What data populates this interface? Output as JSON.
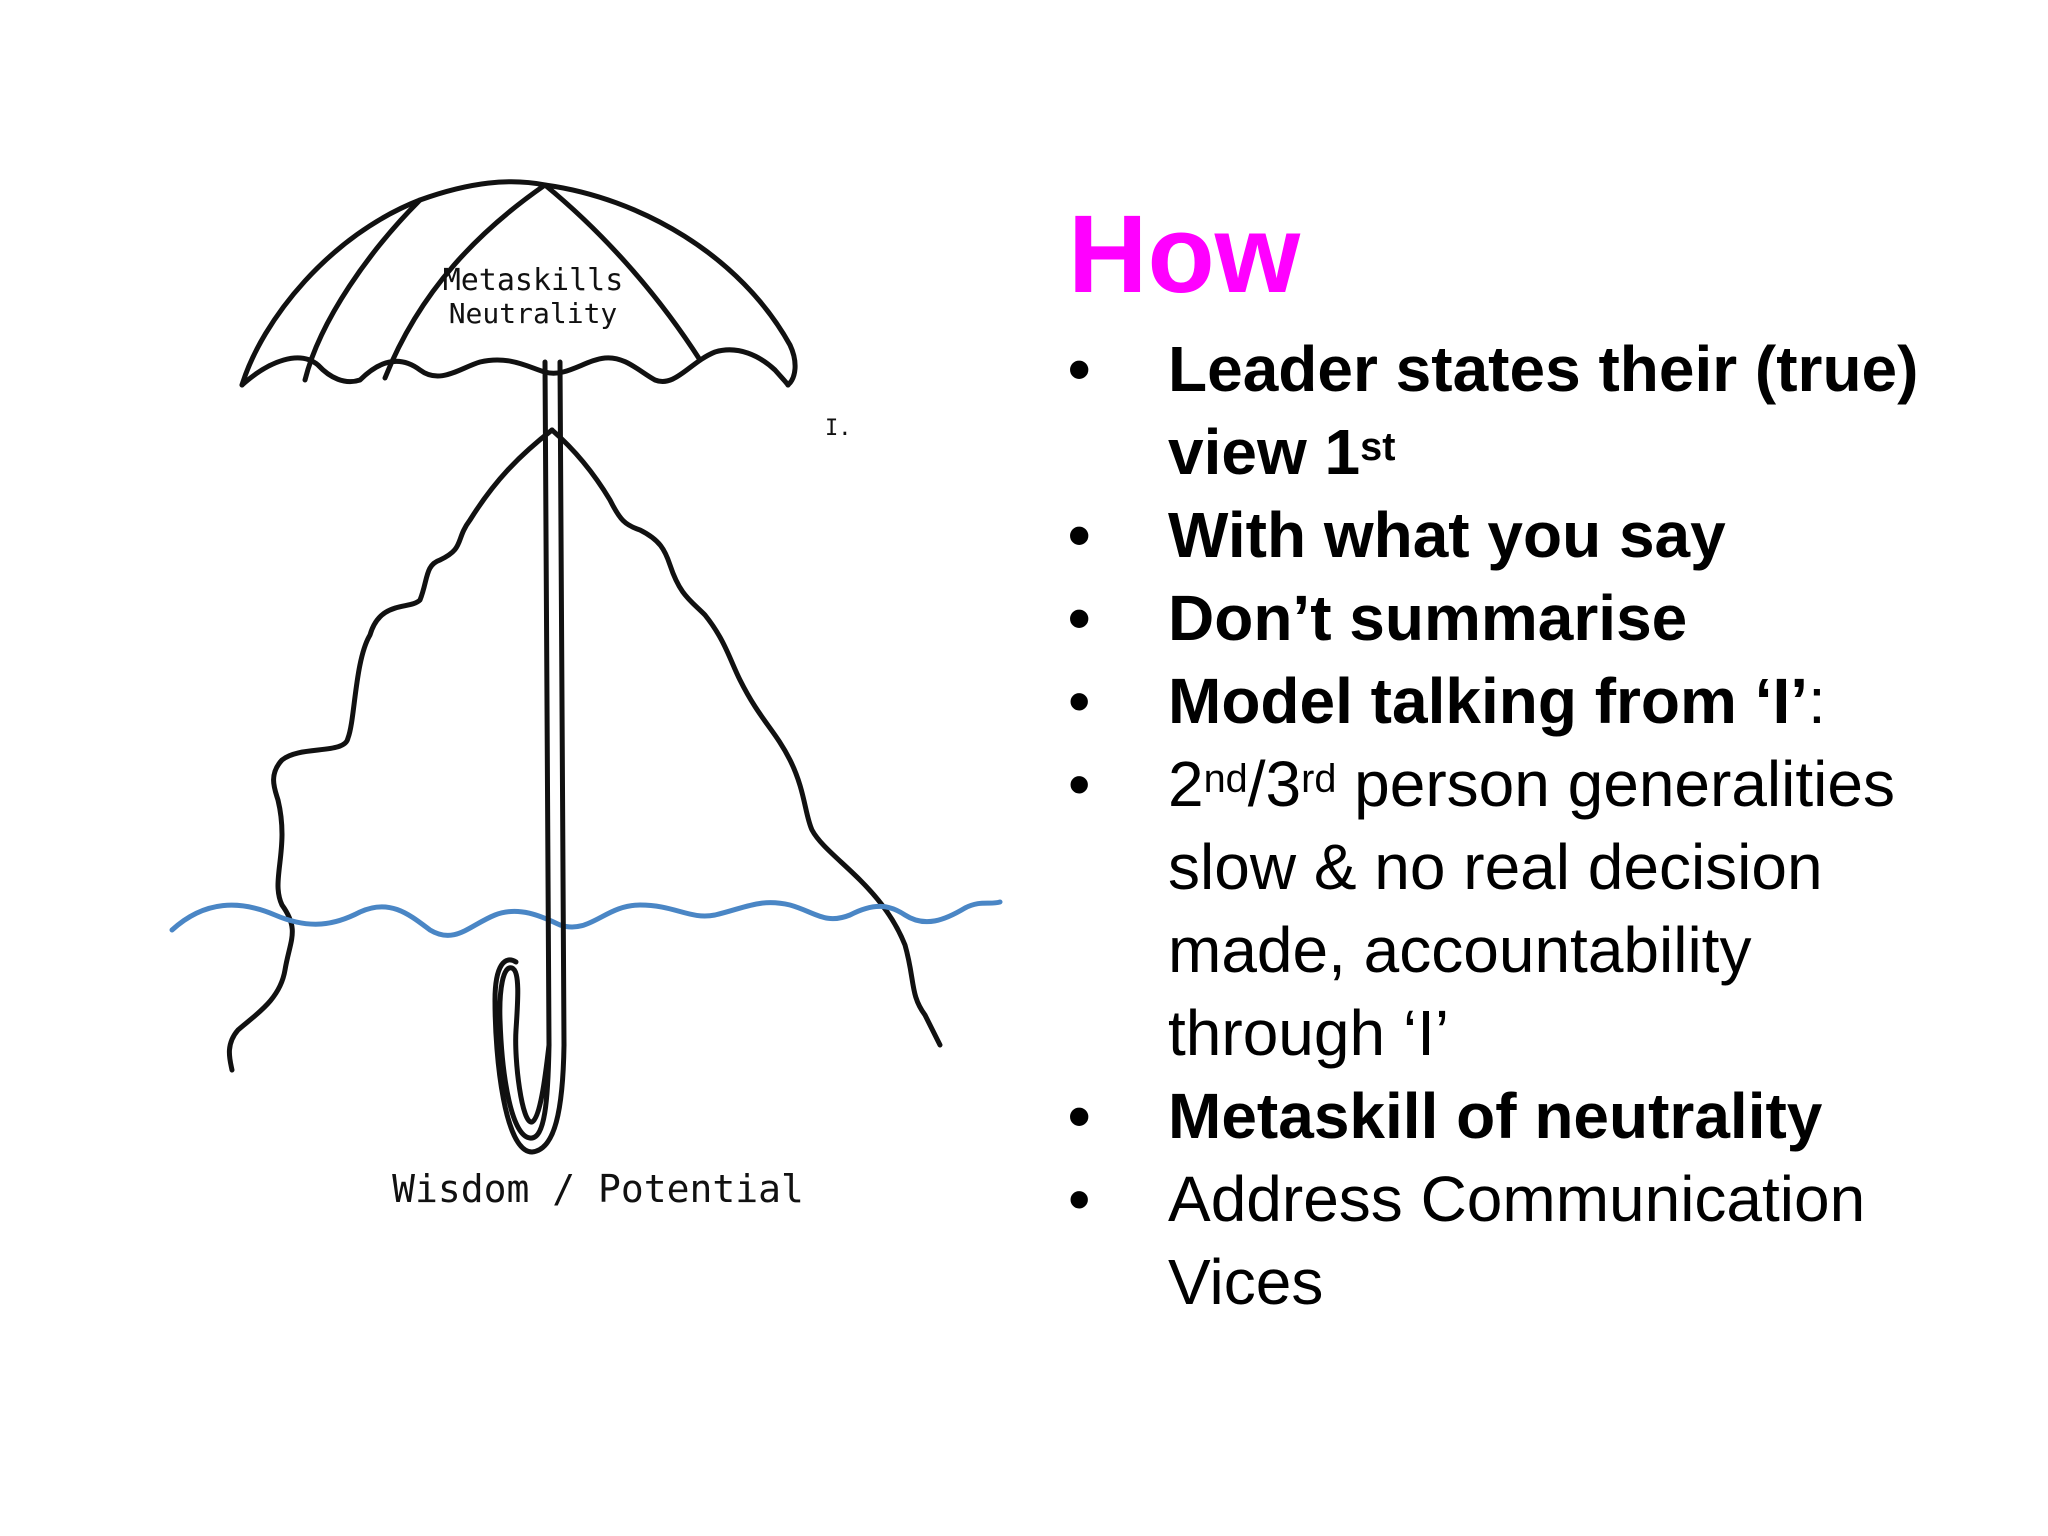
{
  "illustration": {
    "umbrella_label_line1": "Metaskills",
    "umbrella_label_line2": "Neutrality",
    "stray_mark": "I.",
    "bottom_caption": "Wisdom / Potential",
    "colors": {
      "ink": "#111111",
      "water": "#4a86c5"
    }
  },
  "slide": {
    "title": "How",
    "title_color": "#ff00ff",
    "bullet_symbol": "•",
    "bullets": [
      {
        "line1": "Leader states their (true)",
        "line2_main": "view 1",
        "line2_sup": "st"
      },
      {
        "text": "With what you say"
      },
      {
        "text": "Don’t summarise"
      },
      {
        "main": "Model talking from ‘I’",
        "tail": ":"
      },
      {
        "sup1": "2",
        "sup1_mark": "nd",
        "slash": "/3",
        "sup2_mark": "rd",
        "line1_rest": " person generalities",
        "line2": "slow & no real decision",
        "line3": "made, accountability",
        "line4": "through ‘I’"
      },
      {
        "text": "Metaskill of neutrality"
      },
      {
        "line1": "Address Communication",
        "line2": "Vices"
      }
    ]
  }
}
